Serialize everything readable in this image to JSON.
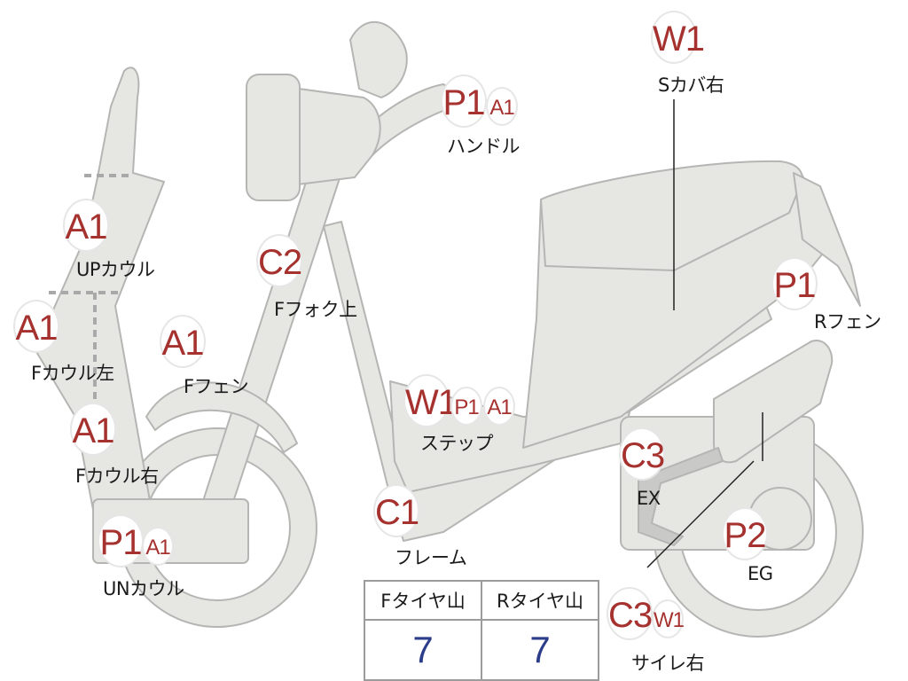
{
  "parts": [
    {
      "id": "w1-s-cover",
      "label": "Sカバ右",
      "codes": [
        "W1"
      ]
    },
    {
      "id": "handle",
      "label": "ハンドル",
      "codes": [
        "P1",
        "A1"
      ]
    },
    {
      "id": "up-cowl",
      "label": "UPカウル",
      "codes": [
        "A1"
      ]
    },
    {
      "id": "f-fork",
      "label": "Fフォク上",
      "codes": [
        "C2"
      ]
    },
    {
      "id": "f-cowl-left",
      "label": "Fカウル左",
      "codes": [
        "A1"
      ]
    },
    {
      "id": "f-fender",
      "label": "Fフェン",
      "codes": [
        "A1"
      ]
    },
    {
      "id": "f-cowl-right",
      "label": "Fカウル右",
      "codes": [
        "A1"
      ]
    },
    {
      "id": "un-cowl",
      "label": "UNカウル",
      "codes": [
        "P1",
        "A1"
      ]
    },
    {
      "id": "step",
      "label": "ステップ",
      "codes": [
        "W1",
        "P1",
        "A1"
      ]
    },
    {
      "id": "frame",
      "label": "フレーム",
      "codes": [
        "C1"
      ]
    },
    {
      "id": "r-fender",
      "label": "Rフェン",
      "codes": [
        "P1"
      ]
    },
    {
      "id": "ex",
      "label": "EX",
      "codes": [
        "C3"
      ]
    },
    {
      "id": "eg",
      "label": "EG",
      "codes": [
        "P2"
      ]
    },
    {
      "id": "silencer-right",
      "label": "サイレ右",
      "codes": [
        "C3",
        "W1"
      ]
    }
  ],
  "tire_table": {
    "headers": [
      "Fタイヤ山",
      "Rタイヤ山"
    ],
    "values": [
      "7",
      "7"
    ]
  },
  "colors": {
    "body_fill": "#e6e6e3",
    "body_stroke": "#b5b5b3",
    "code_text": "#a6322f",
    "tire_value_text": "#2b3d8a"
  }
}
